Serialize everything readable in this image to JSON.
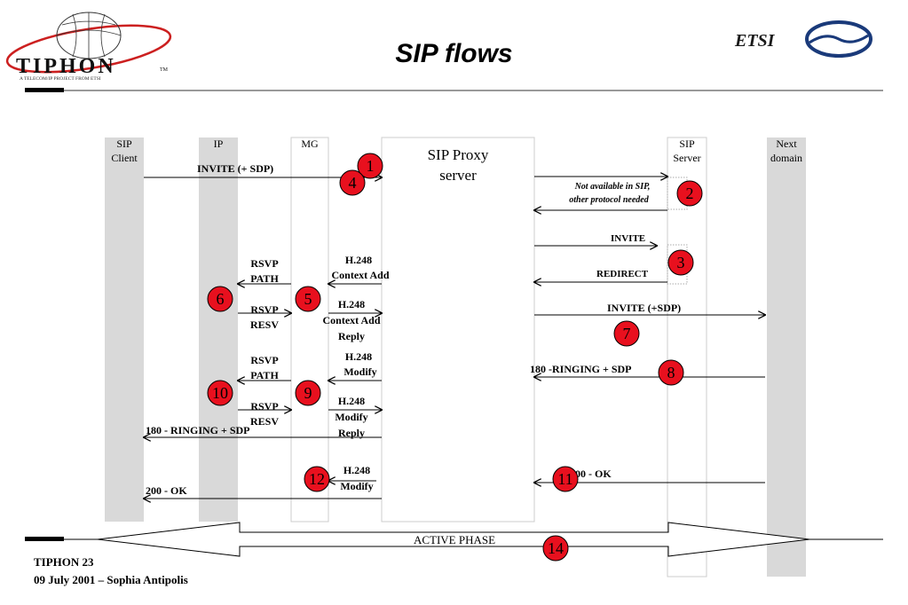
{
  "header": {
    "title": "SIP flows",
    "tiphon_logo_text": "TIPHON",
    "tiphon_tm": "TM",
    "tiphon_tagline": "A TELECOM/IP PROJECT FROM ETSI",
    "etsi_logo_text": "ETSI"
  },
  "entities": {
    "sip_client": [
      "SIP",
      "Client"
    ],
    "ip": [
      "IP"
    ],
    "mg": [
      "MG"
    ],
    "proxy": [
      "SIP Proxy",
      "server"
    ],
    "sip_server": [
      "SIP",
      "Server"
    ],
    "next_domain": [
      "Next",
      "domain"
    ]
  },
  "messages": {
    "invite_sdp": "INVITE (+ SDP)",
    "not_available": [
      "Not available in SIP,",
      "other protocol needed"
    ],
    "invite": "INVITE",
    "redirect": "REDIRECT",
    "invite_sdp2": "INVITE (+SDP)",
    "ringing_right": "180 -RINGING + SDP",
    "rsvp_path1": [
      "RSVP",
      "PATH"
    ],
    "h248_ctx_add": [
      "H.248",
      "Context Add"
    ],
    "rsvp_resv1": [
      "RSVP",
      "RESV"
    ],
    "h248_ctx_add_reply": [
      "H.248",
      "Context Add",
      "Reply"
    ],
    "rsvp_path2": [
      "RSVP",
      "PATH"
    ],
    "h248_modify": [
      "H.248",
      "Modify"
    ],
    "rsvp_resv2": [
      "RSVP",
      "RESV"
    ],
    "h248_modify_reply": [
      "H.248",
      "Modify",
      "Reply"
    ],
    "ringing_left": "180 - RINGING + SDP",
    "h248_modify2": [
      "H.248",
      "Modify"
    ],
    "ok_right": "200 - OK",
    "ok_left": "200 - OK",
    "active_phase": "ACTIVE PHASE"
  },
  "steps": [
    "1",
    "2",
    "3",
    "4",
    "5",
    "6",
    "7",
    "8",
    "9",
    "10",
    "11",
    "12",
    "14"
  ],
  "colors": {
    "step_fill": "#e8101e",
    "lifeline": "#d9d9d9",
    "text": "#000000"
  },
  "footer": {
    "line1": "TIPHON 23",
    "line2": "09 July 2001 – Sophia Antipolis"
  }
}
